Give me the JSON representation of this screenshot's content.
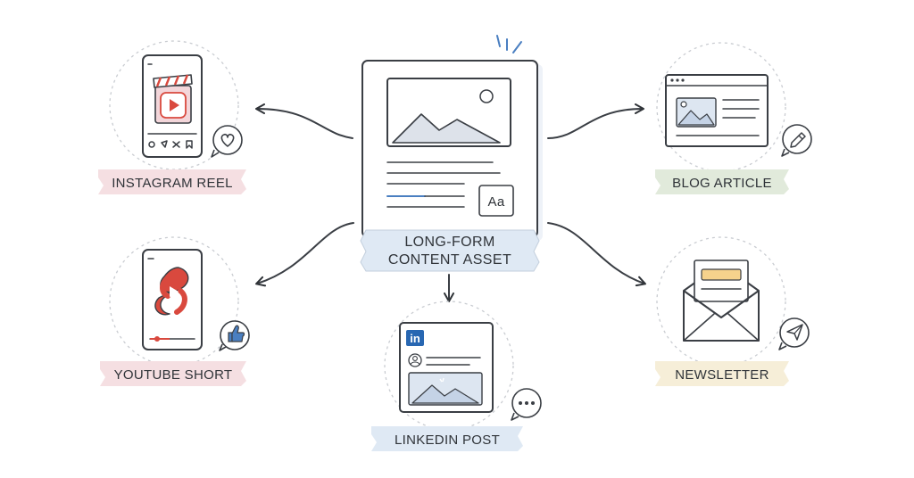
{
  "center": {
    "label_line1": "LONG-FORM",
    "label_line2": "CONTENT ASSET",
    "font_icon": "Aa",
    "ribbon_color": "#dfe9f4"
  },
  "nodes": [
    {
      "id": "instagram",
      "label": "INSTAGRAM REEL",
      "ribbon_color": "#f5dfe2",
      "badge_icon": "heart-icon"
    },
    {
      "id": "youtube",
      "label": "YOUTUBE SHORT",
      "ribbon_color": "#f5dfe2",
      "badge_icon": "thumbs-up-icon"
    },
    {
      "id": "linkedin",
      "label": "LINKEDIN POST",
      "ribbon_color": "#dfe9f4",
      "badge_icon": "chat-bubble-icon",
      "logo_text": "in"
    },
    {
      "id": "blog",
      "label": "BLOG ARTICLE",
      "ribbon_color": "#e1eadb",
      "badge_icon": "pencil-icon"
    },
    {
      "id": "newsletter",
      "label": "NEWSLETTER",
      "ribbon_color": "#f6eed8",
      "badge_icon": "paper-plane-icon"
    }
  ],
  "colors": {
    "ink": "#3a3e44",
    "accent_blue": "#4a7fc1",
    "red": "#d9493e",
    "linkedin_blue": "#2867b2",
    "yellow": "#f6d28c"
  }
}
